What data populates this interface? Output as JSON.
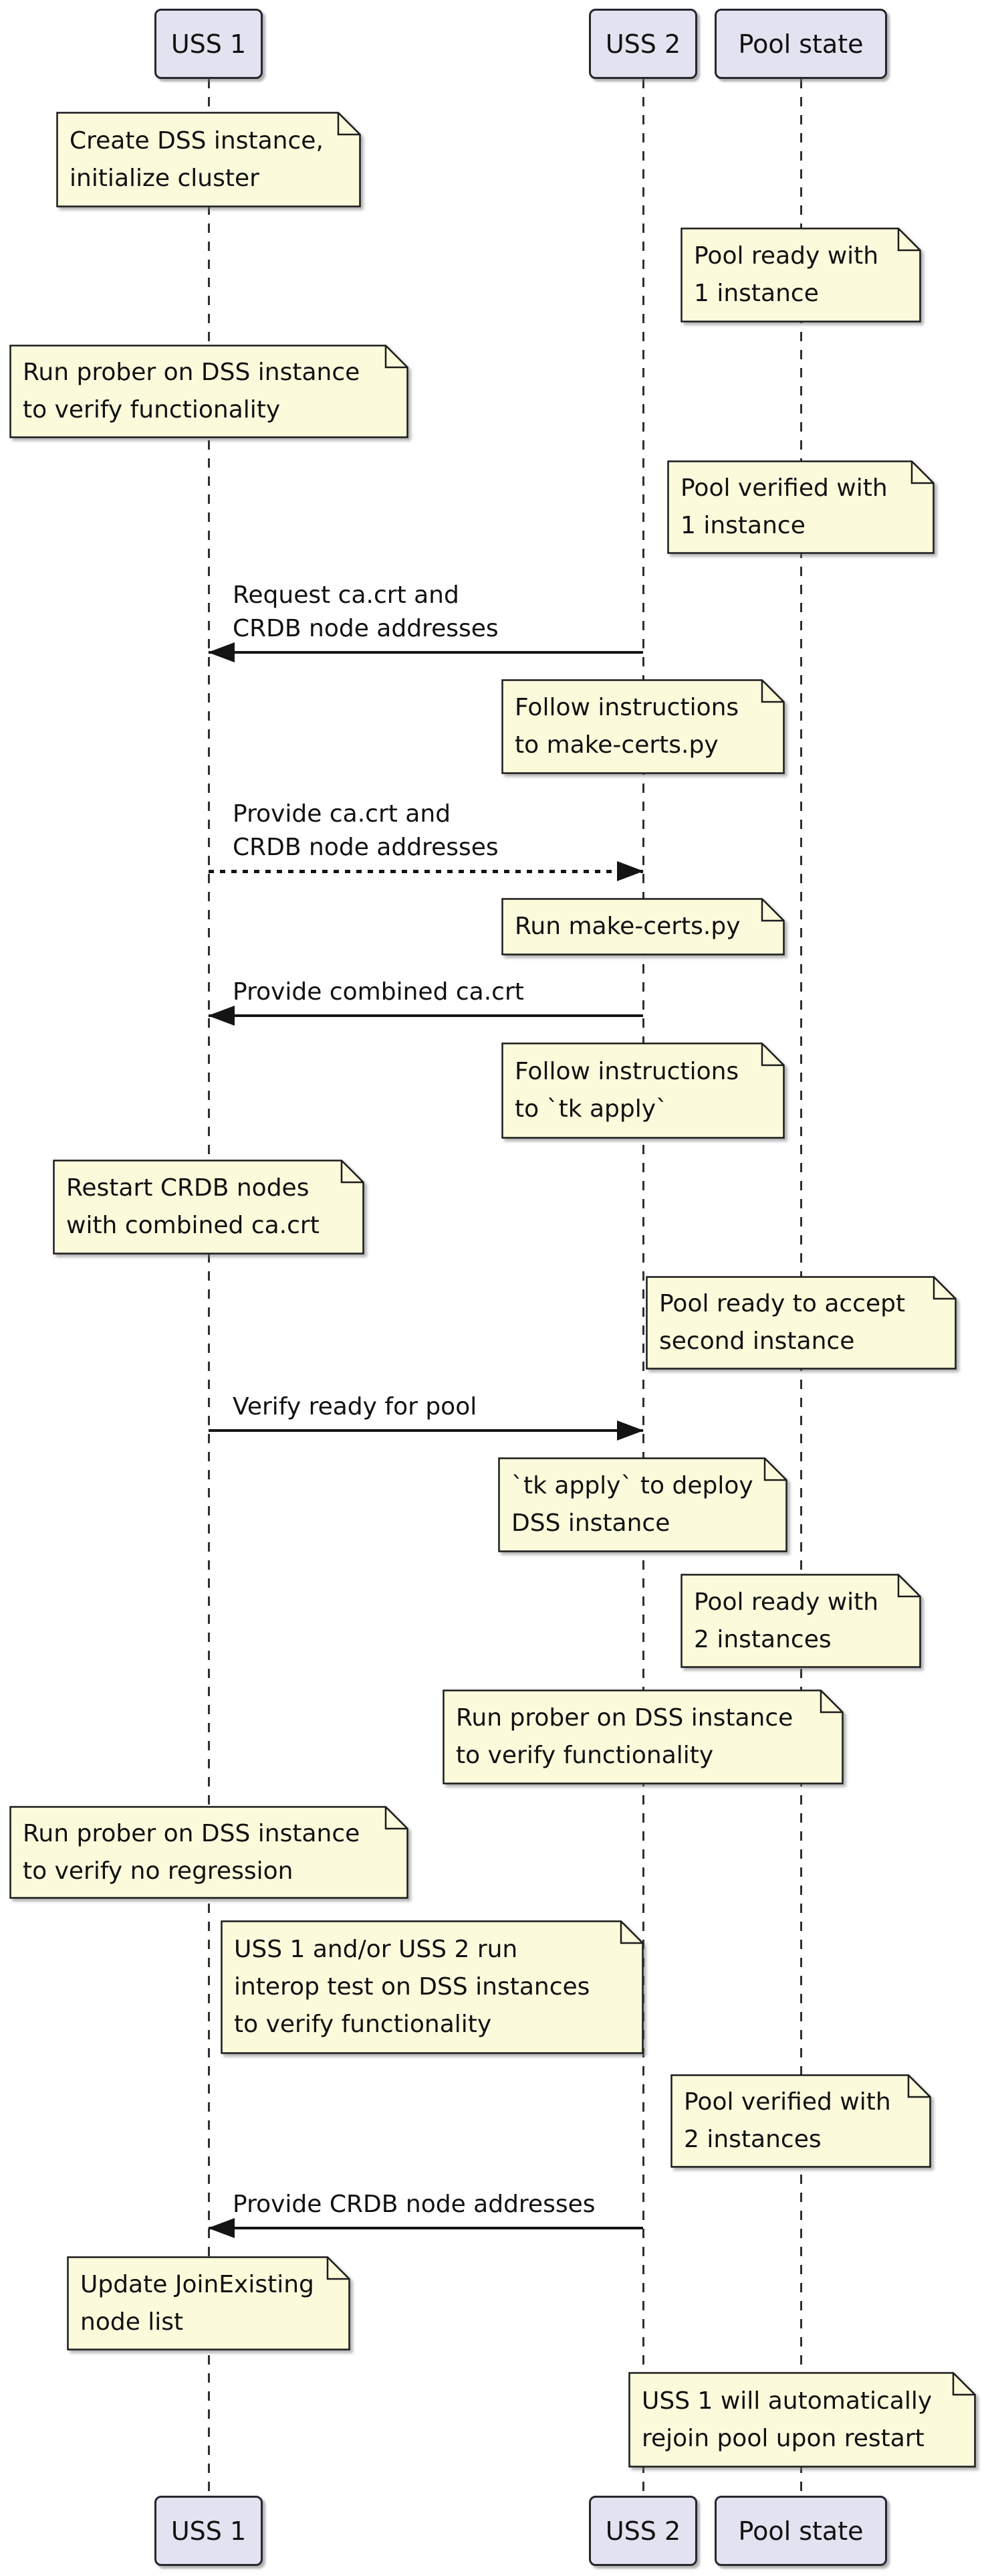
{
  "diagram_type": "sequence-diagram",
  "colors": {
    "background": "#FFFFFF",
    "note_fill": "#FBFBDC",
    "note_border": "#1B1B1B",
    "participant_fill": "#E2E2F0",
    "participant_border": "#26262E",
    "lifeline": "#2F2F2F",
    "arrow": "#141414",
    "text": "#111111"
  },
  "participants": [
    {
      "id": "uss1",
      "label": "USS 1"
    },
    {
      "id": "uss2",
      "label": "USS 2"
    },
    {
      "id": "pool",
      "label": "Pool state"
    }
  ],
  "events": [
    {
      "id": "note-create-dss",
      "type": "note",
      "over": [
        "uss1"
      ],
      "text": "Create DSS instance,\ninitialize cluster"
    },
    {
      "id": "note-pool-ready-1",
      "type": "note",
      "over": [
        "pool"
      ],
      "text": "Pool ready with\n1 instance"
    },
    {
      "id": "note-prober-verify-1",
      "type": "note",
      "over": [
        "uss1"
      ],
      "text": "Run prober on DSS instance\nto verify functionality"
    },
    {
      "id": "note-pool-verified-1",
      "type": "note",
      "over": [
        "pool"
      ],
      "text": "Pool verified with\n1 instance"
    },
    {
      "id": "msg-request-ca",
      "type": "message",
      "from": "uss2",
      "to": "uss1",
      "line": "solid",
      "text": "Request ca.crt and\nCRDB node addresses"
    },
    {
      "id": "note-follow-make-certs",
      "type": "note",
      "over": [
        "uss2"
      ],
      "text": "Follow instructions\nto make-certs.py"
    },
    {
      "id": "msg-provide-ca",
      "type": "message",
      "from": "uss1",
      "to": "uss2",
      "line": "dotted",
      "text": "Provide ca.crt and\nCRDB node addresses"
    },
    {
      "id": "note-run-make-certs",
      "type": "note",
      "over": [
        "uss2"
      ],
      "text": "Run make-certs.py"
    },
    {
      "id": "msg-provide-combined",
      "type": "message",
      "from": "uss2",
      "to": "uss1",
      "line": "solid",
      "text": "Provide combined ca.crt"
    },
    {
      "id": "note-follow-tk-apply",
      "type": "note",
      "over": [
        "uss2"
      ],
      "text": "Follow instructions\nto `tk apply`"
    },
    {
      "id": "note-restart-crdb",
      "type": "note",
      "over": [
        "uss1"
      ],
      "text": "Restart CRDB nodes\nwith combined ca.crt"
    },
    {
      "id": "note-pool-accept",
      "type": "note",
      "over": [
        "pool"
      ],
      "text": "Pool ready to accept\nsecond instance"
    },
    {
      "id": "msg-verify-ready",
      "type": "message",
      "from": "uss1",
      "to": "uss2",
      "line": "solid",
      "text": "Verify ready for pool"
    },
    {
      "id": "note-tk-apply-deploy",
      "type": "note",
      "over": [
        "uss2"
      ],
      "text": "`tk apply` to deploy\nDSS instance"
    },
    {
      "id": "note-pool-ready-2",
      "type": "note",
      "over": [
        "pool"
      ],
      "text": "Pool ready with\n2 instances"
    },
    {
      "id": "note-prober-verify-2",
      "type": "note",
      "over": [
        "uss2"
      ],
      "text": "Run prober on DSS instance\nto verify functionality"
    },
    {
      "id": "note-prober-regression",
      "type": "note",
      "over": [
        "uss1"
      ],
      "text": "Run prober on DSS instance\nto verify no regression"
    },
    {
      "id": "note-interop-test",
      "type": "note",
      "over": [
        "uss1",
        "uss2"
      ],
      "text": "USS 1 and/or USS 2 run\ninterop test on DSS instances\nto verify functionality"
    },
    {
      "id": "note-pool-verified-2",
      "type": "note",
      "over": [
        "pool"
      ],
      "text": "Pool verified with\n2 instances"
    },
    {
      "id": "msg-provide-crdb",
      "type": "message",
      "from": "uss2",
      "to": "uss1",
      "line": "solid",
      "text": "Provide CRDB node addresses"
    },
    {
      "id": "note-update-join",
      "type": "note",
      "over": [
        "uss1"
      ],
      "text": "Update JoinExisting\nnode list"
    },
    {
      "id": "note-rejoin-pool",
      "type": "note",
      "over": [
        "uss2",
        "pool"
      ],
      "text": "USS 1 will automatically\nrejoin pool upon restart"
    }
  ]
}
